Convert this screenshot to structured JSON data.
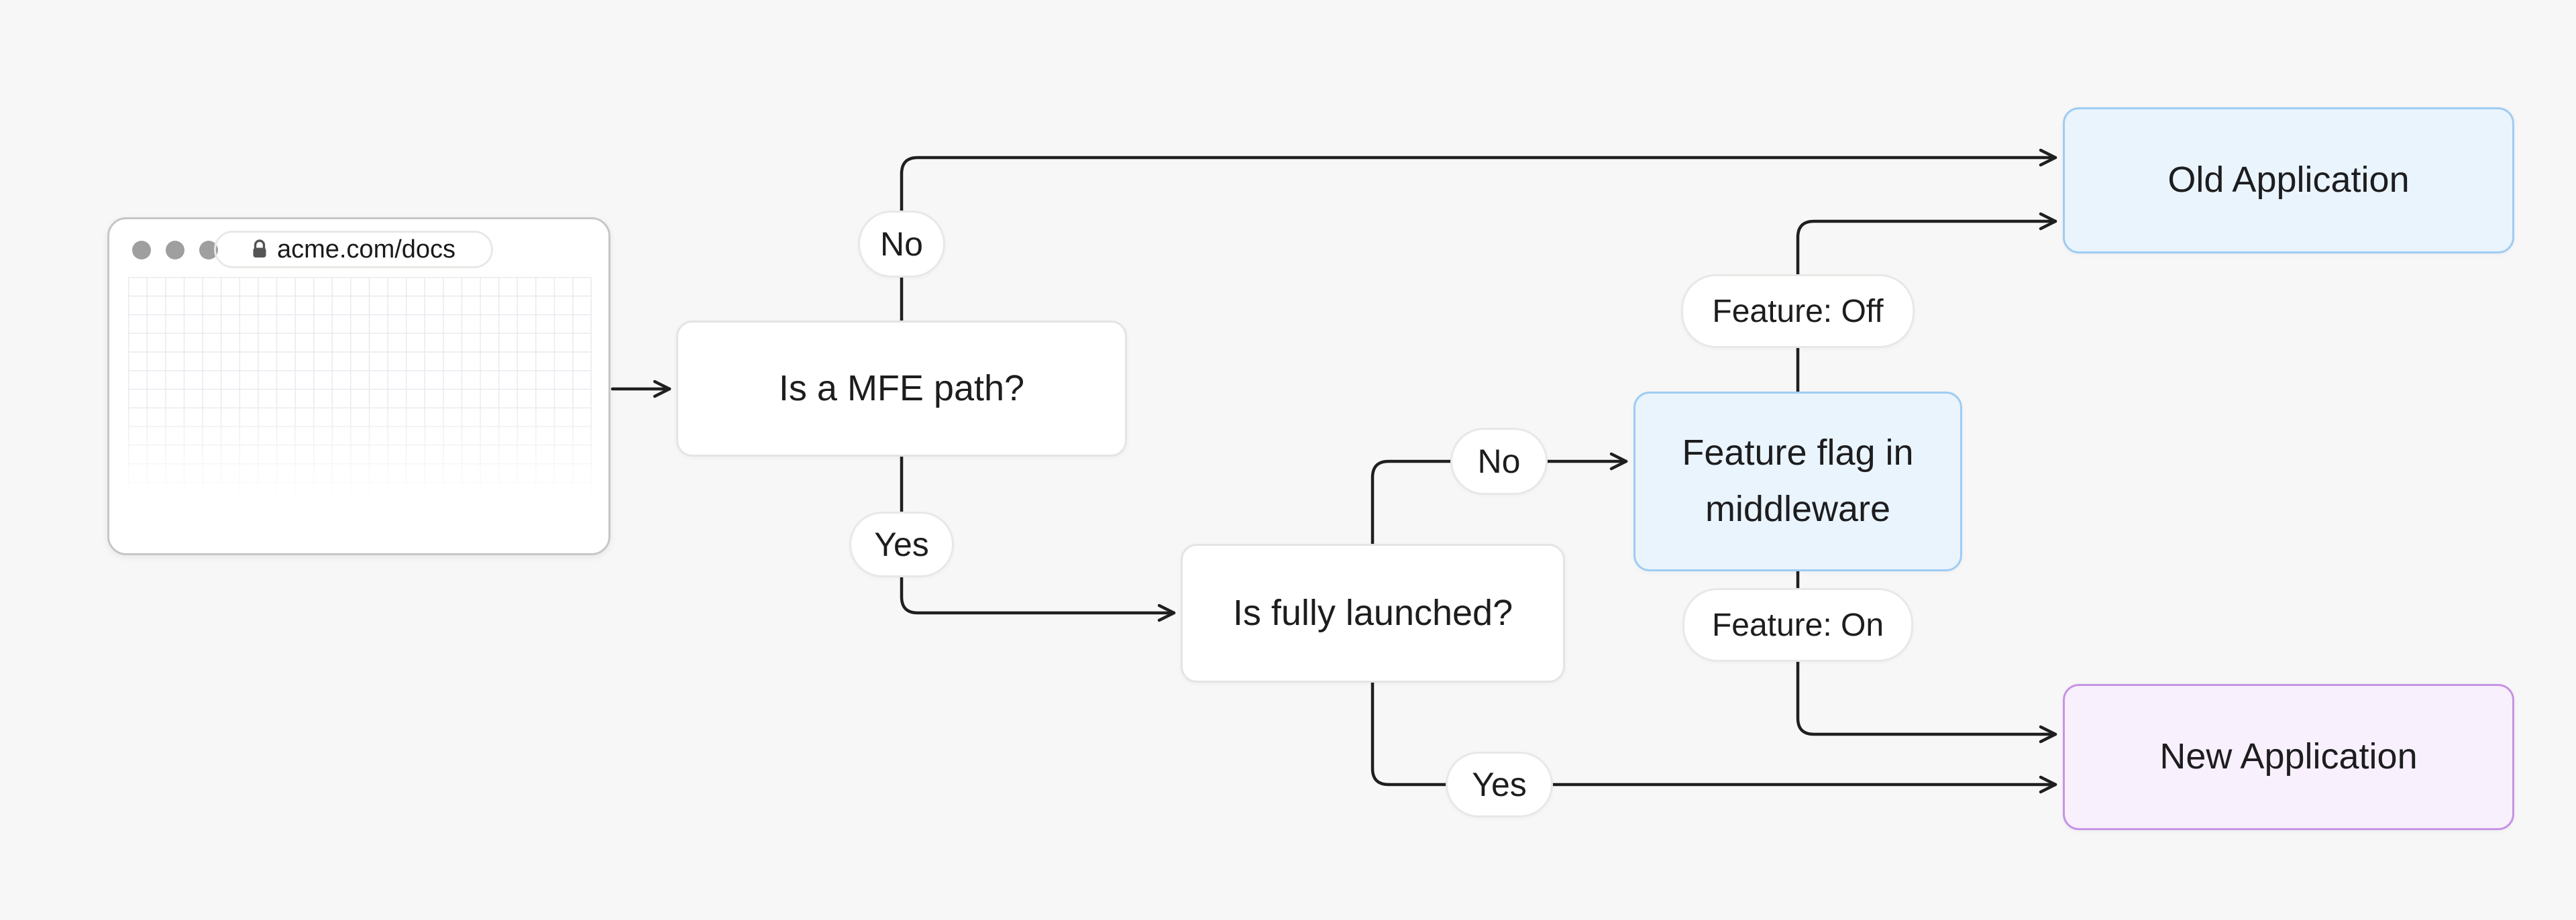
{
  "colors": {
    "page-bg": "#f7f7f7",
    "text": "#1d1d1f",
    "line": "#1f1f1f",
    "node-bg": "#ffffff",
    "node-border": "#e4e4e4",
    "pill-bg": "#ffffff",
    "pill-border": "#e8e8e6",
    "blue-bg": "#eaf4fd",
    "blue-border": "#9fccf3",
    "purple-bg": "#f8f0fc",
    "purple-border": "#c693e6",
    "browser-border": "#c6c6c6",
    "grid-line": "#e9e9f0",
    "dot": "#9f9f9f",
    "lock": "#555555"
  },
  "browser": {
    "url": "acme.com/docs"
  },
  "nodes": {
    "mfe": {
      "label": "Is a MFE path?"
    },
    "launched": {
      "label": "Is fully launched?"
    },
    "feature": {
      "label": "Feature flag in middleware"
    },
    "old_app": {
      "label": "Old Application"
    },
    "new_app": {
      "label": "New Application"
    }
  },
  "edges": {
    "mfe_no": {
      "label": "No"
    },
    "mfe_yes": {
      "label": "Yes"
    },
    "launched_no": {
      "label": "No"
    },
    "launched_yes": {
      "label": "Yes"
    },
    "feature_off": {
      "label": "Feature: Off"
    },
    "feature_on": {
      "label": "Feature: On"
    }
  }
}
